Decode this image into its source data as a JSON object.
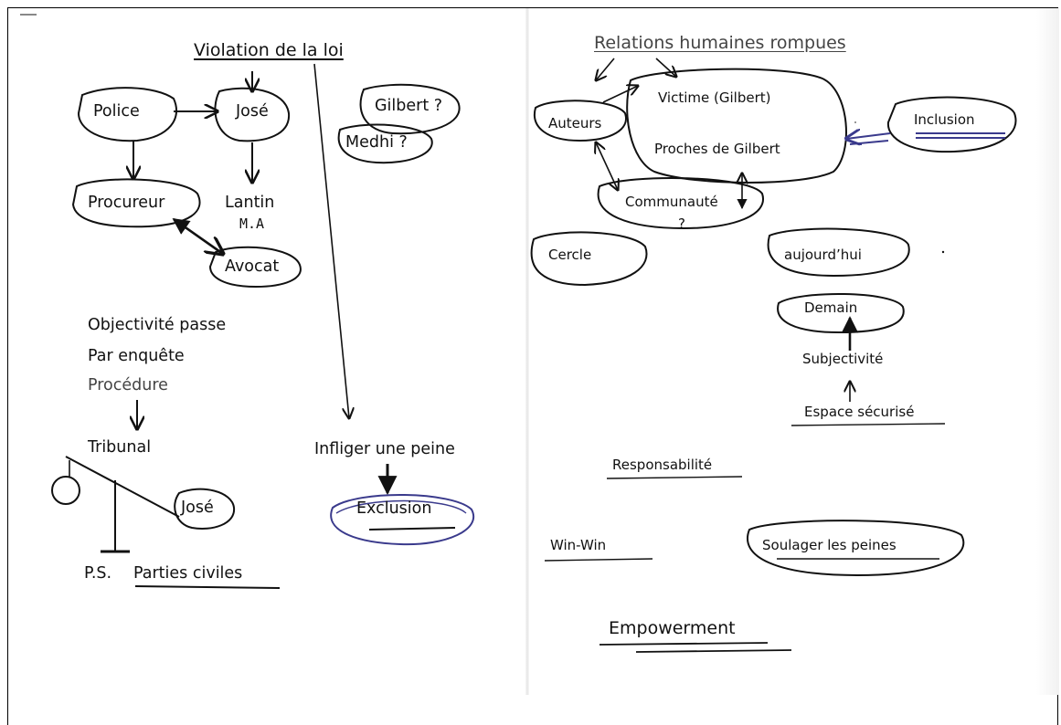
{
  "left_page": {
    "title": "Violation de la loi",
    "nodes": {
      "police": "Police",
      "jose": "José",
      "procureur": "Procureur",
      "lantin": "Lantin",
      "ma": "M.A",
      "avocat": "Avocat",
      "gilbert_q": "Gilbert ?",
      "medhi_q": "Medhi ?"
    },
    "notes": {
      "line1": "Objectivité passe",
      "line2": "Par enquête",
      "line3": "Procédure",
      "tribunal": "Tribunal",
      "scale_jose": "José",
      "ps": "P.S.",
      "parties_civiles": "Parties civiles",
      "infliger": "Infliger une peine",
      "exclusion": "Exclusion"
    }
  },
  "right_page": {
    "title": "Relations humaines rompues",
    "nodes": {
      "auteurs": "Auteurs",
      "victime": "Victime (Gilbert)",
      "proches": "Proches de Gilbert",
      "inclusion": "Inclusion",
      "communaute": "Communauté",
      "question": "?",
      "cercle": "Cercle",
      "aujourdhui": "aujourd’hui",
      "demain": "Demain"
    },
    "notes": {
      "subjectivite": "Subjectivité",
      "espace": "Espace sécurisé",
      "responsabilite": "Responsabilité",
      "winwin": "Win-Win",
      "soulager": "Soulager les peines",
      "empowerment": "Empowerment"
    }
  },
  "colors": {
    "ink": "#111111",
    "blue_ink": "#3a3a8c",
    "paper": "#ffffff"
  }
}
